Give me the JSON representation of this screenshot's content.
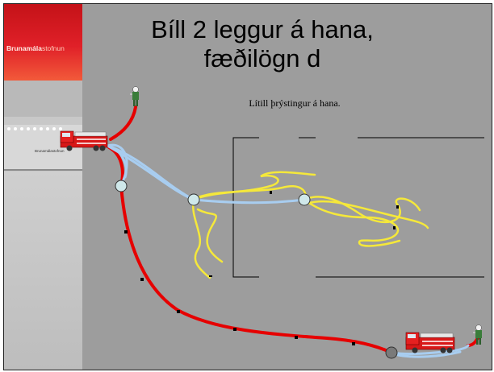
{
  "slide": {
    "title_line1": "Bíll 2 leggur á hana,",
    "title_line2": "fæðilögn d",
    "subtitle": "Lítill þrýstingur á hana."
  },
  "branding": {
    "logo_bold": "Brunamála",
    "logo_regular": "stofnun",
    "small_logo": "Brunamálastofnun"
  },
  "colors": {
    "background": "#9d9d9d",
    "brand_red": "#e02028",
    "supply_hose": "#e60000",
    "feed_hose": "#a8cdf0",
    "attack_hose": "#f5e83a",
    "junction_fill": "#cfe8ea"
  },
  "icons": [
    "fire-truck-icon",
    "firefighter-icon",
    "hose-junction-icon",
    "building-outline"
  ]
}
